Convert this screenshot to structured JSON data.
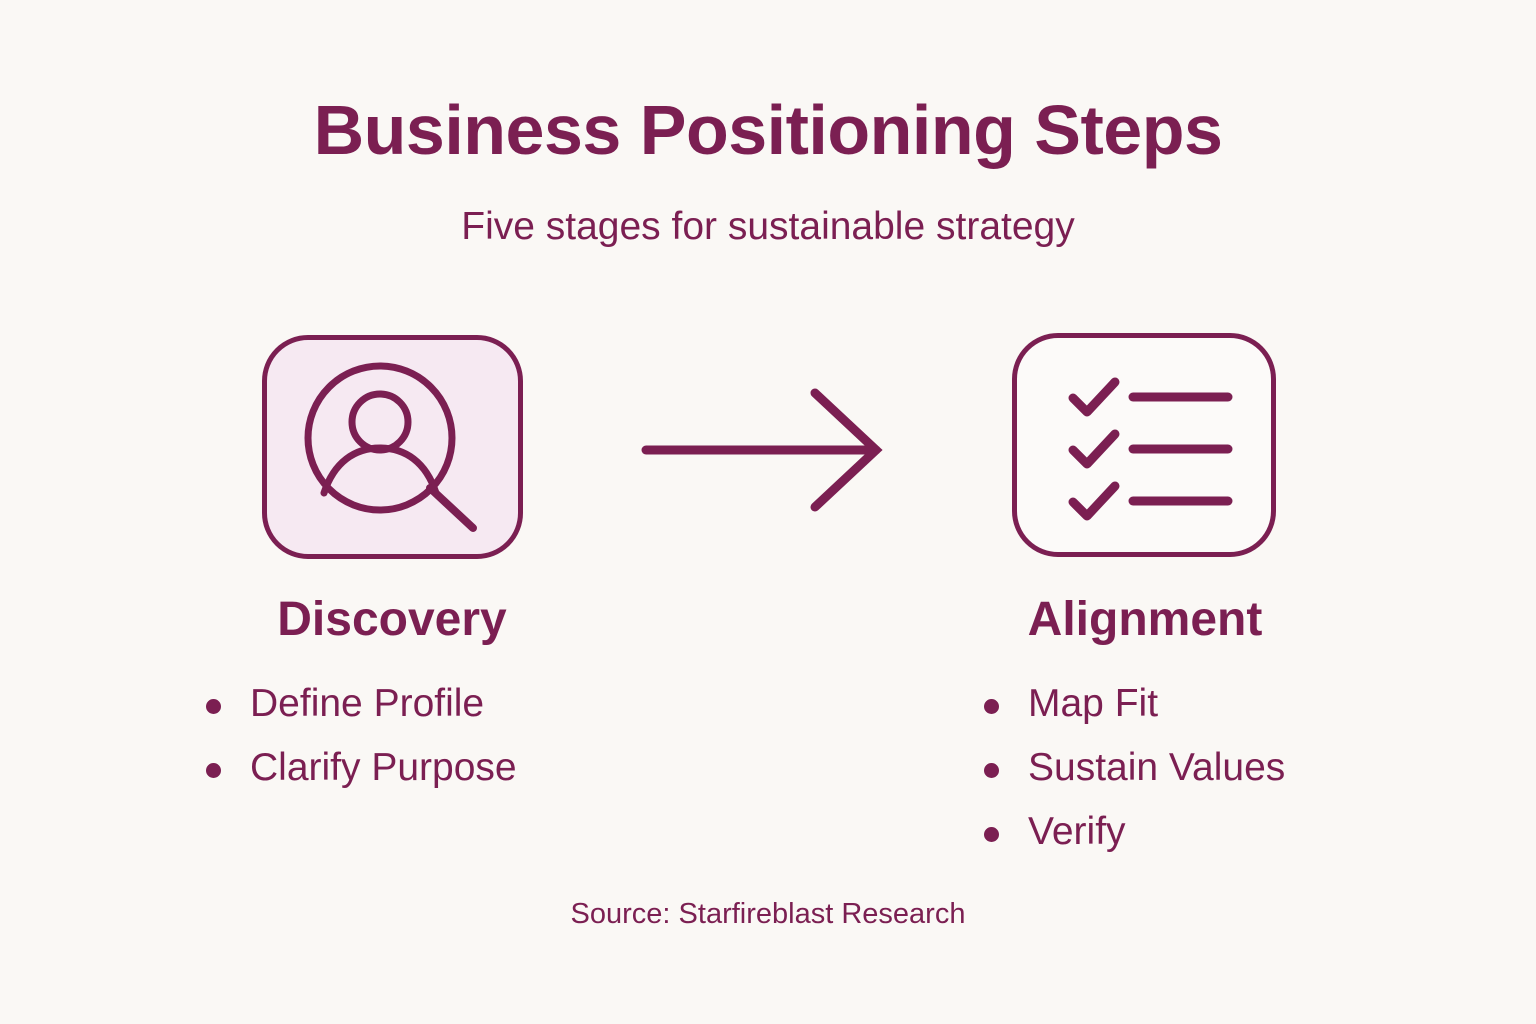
{
  "colors": {
    "background": "#faf8f5",
    "accent": "#7b1f52",
    "card_fill_primary": "#f6e9f2",
    "card_fill_secondary": "#fcfaf9"
  },
  "header": {
    "title": "Business Positioning Steps",
    "subtitle": "Five stages for sustainable strategy"
  },
  "stages": [
    {
      "id": "discovery",
      "heading": "Discovery",
      "icon": "person-search-icon",
      "bullets": [
        "Define Profile",
        "Clarify Purpose"
      ]
    },
    {
      "id": "alignment",
      "heading": "Alignment",
      "icon": "checklist-icon",
      "bullets": [
        "Map Fit",
        "Sustain Values",
        "Verify"
      ]
    }
  ],
  "connector": {
    "icon": "arrow-right-icon"
  },
  "footer": {
    "source": "Source: Starfireblast Research"
  }
}
